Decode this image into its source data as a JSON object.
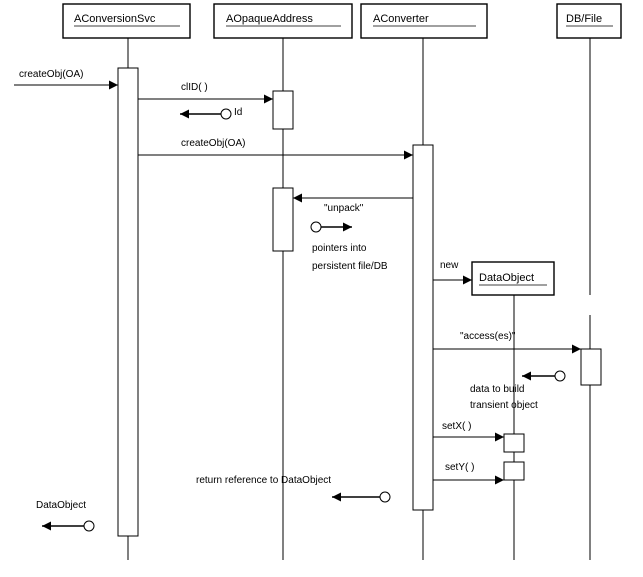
{
  "objects": {
    "conversion_svc": "AConversionSvc",
    "opaque_address": "AOpaqueAddress",
    "converter": "AConverter",
    "db_file": "DB/File",
    "data_object": "DataObject"
  },
  "messages": {
    "create_obj_in": "createObj(OA)",
    "clid": "clID( )",
    "create_obj_2": "createObj(OA)",
    "unpack": "\"unpack\"",
    "new": "new",
    "access": "\"access(es)\"",
    "setx": "setX( )",
    "sety": "setY( )"
  },
  "returns": {
    "id": "Id",
    "pointers_line1": "pointers into",
    "pointers_line2": "persistent file/DB",
    "data_line1": "data to build",
    "data_line2": "transient object",
    "return_ref": "return reference to DataObject",
    "data_object_out": "DataObject"
  }
}
